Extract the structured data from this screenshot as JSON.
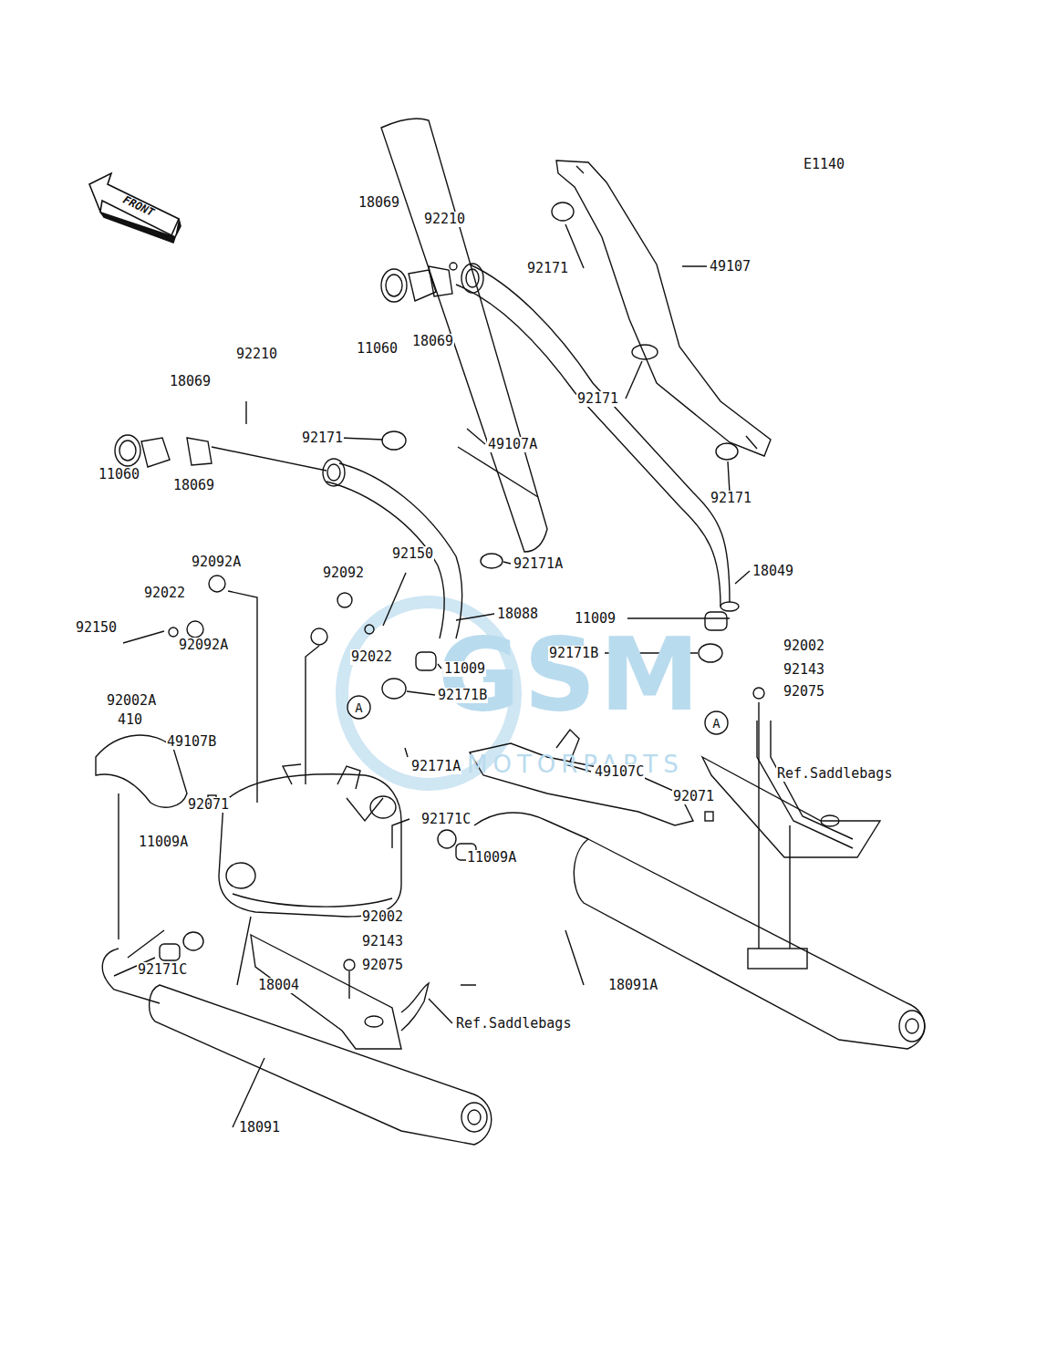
{
  "diagram": {
    "nodes": [
      {
        "text": [
          "FRONT"
        ]
      },
      {
        "text": [
          "A"
        ]
      },
      {
        "text": [
          "A"
        ]
      }
    ],
    "labels": [
      "E1140",
      "18069",
      "92210",
      "11060",
      "18069",
      "92171",
      "49107",
      "92210",
      "18069",
      "11060",
      "18069",
      "92171",
      "49107A",
      "92171",
      "92171",
      "92092A",
      "92150",
      "92092",
      "92022",
      "92171A",
      "18088",
      "18049",
      "92150",
      "92092A",
      "92022",
      "11009",
      "11009",
      "92171B",
      "92002",
      "92143",
      "92075",
      "92002A",
      "92171B",
      "410",
      "49107B",
      "92171A",
      "49107C",
      "Ref.Saddlebags",
      "92071",
      "92071",
      "92171C",
      "11009A",
      "11009A",
      "92002",
      "92143",
      "92075",
      "92171C",
      "18004",
      "18091A",
      "Ref.Saddlebags",
      "18091",
      "GSM",
      "MOTORPARTS"
    ]
  }
}
